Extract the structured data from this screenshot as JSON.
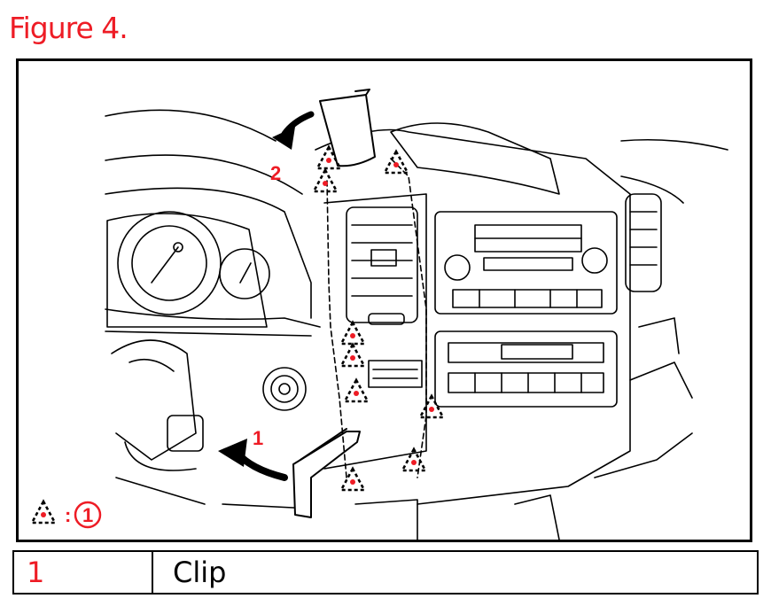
{
  "figure": {
    "title": "Figure 4."
  },
  "diagram": {
    "step_labels": [
      "1",
      "2"
    ],
    "key_separator": ":",
    "key_number": "1",
    "accent_color": "#ee1c25",
    "clip_symbol_icon": "dashed-triangle-icon"
  },
  "legend": {
    "rows": [
      {
        "number": "1",
        "description": "Clip"
      }
    ]
  }
}
